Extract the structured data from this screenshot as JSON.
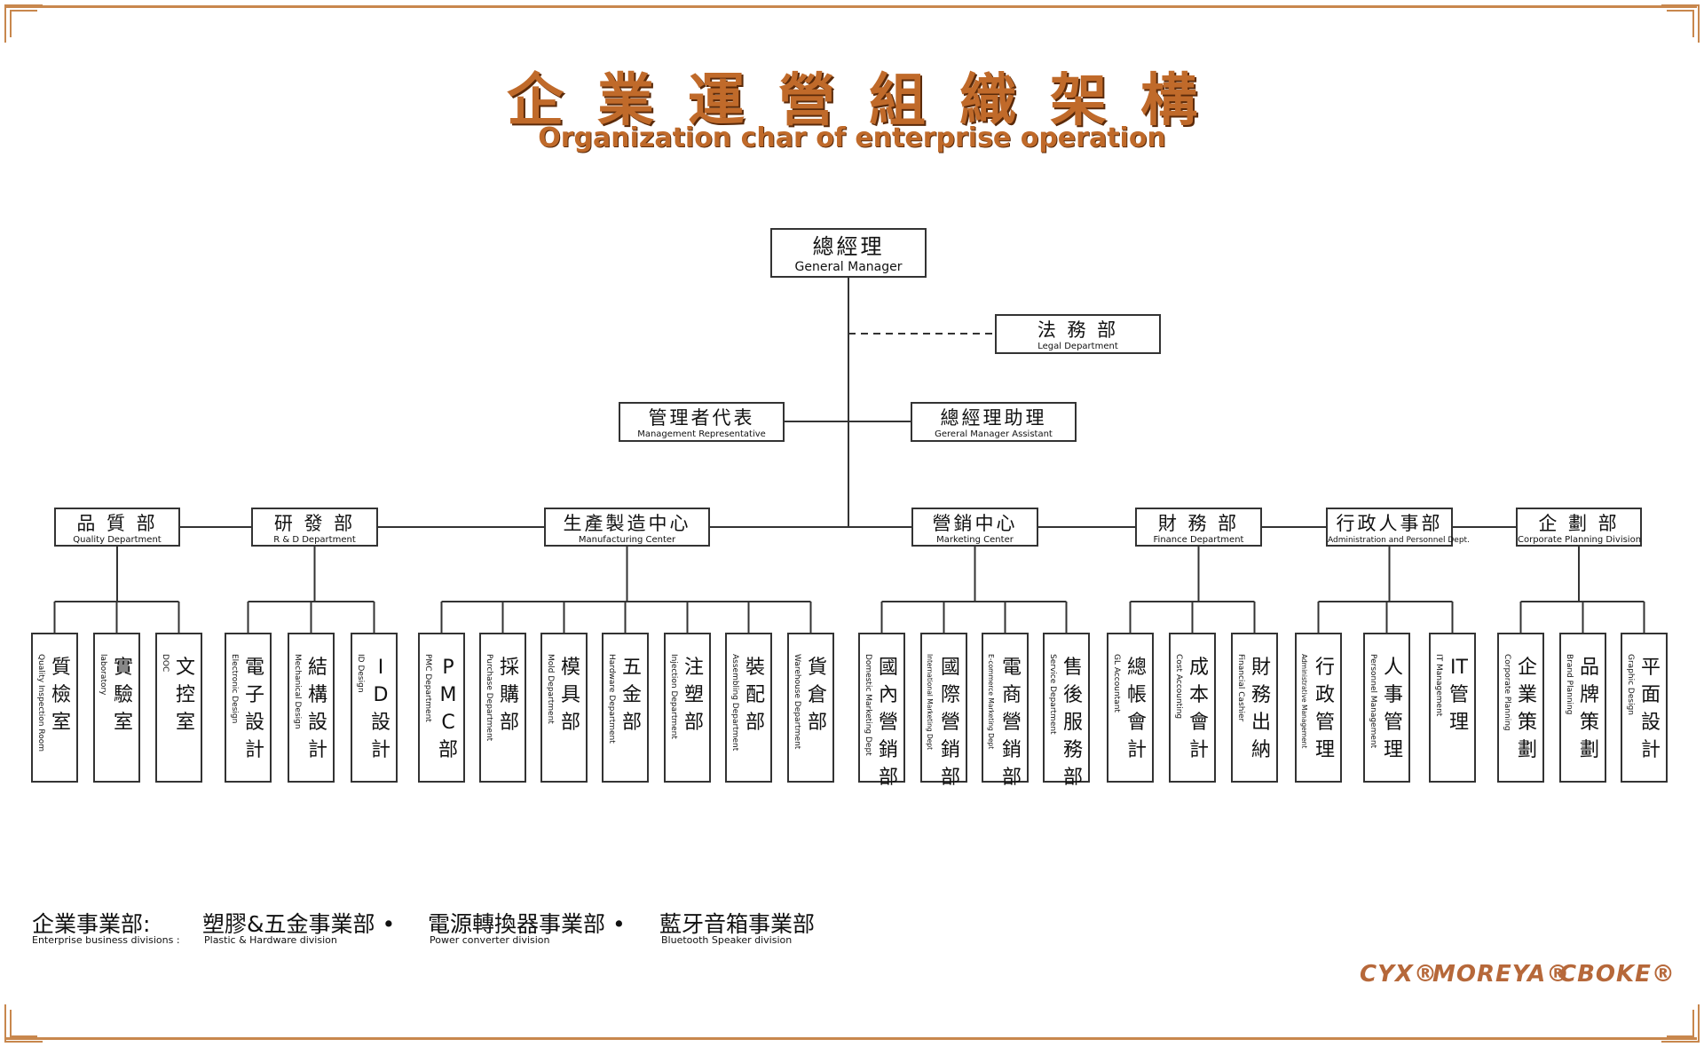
{
  "title": {
    "cn": "企業運營組織架構",
    "en": "Organization char of enterprise operation"
  },
  "colors": {
    "accent": "#c06a2a",
    "line": "#333333",
    "logo": "#b6683a"
  },
  "top": {
    "gm": {
      "cn": "總經理",
      "en": "General Manager"
    },
    "legal": {
      "cn": "法 務 部",
      "en": "Legal Department"
    },
    "rep": {
      "cn": "管理者代表",
      "en": "Management  Representative"
    },
    "assistant": {
      "cn": "總經理助理",
      "en": "Gereral Manager Assistant"
    }
  },
  "departments": [
    {
      "cn": "品 質 部",
      "en": "Quality Department",
      "units": [
        {
          "cn": "質檢室",
          "en": "Quality Inspection Room"
        },
        {
          "cn": "實驗室",
          "en": "laboratory"
        },
        {
          "cn": "文控室",
          "en": "DOC"
        }
      ]
    },
    {
      "cn": "研 發 部",
      "en": "R & D Department",
      "units": [
        {
          "cn": "電子設計",
          "en": "Electronic Design"
        },
        {
          "cn": "結構設計",
          "en": "Mechanical Design"
        },
        {
          "cn": "ID設計",
          "en": "ID Design"
        }
      ]
    },
    {
      "cn": "生產製造中心",
      "en": "Manufacturing Center",
      "units": [
        {
          "cn": "PMC部",
          "en": "PMC Department"
        },
        {
          "cn": "採購部",
          "en": "Purchase Department"
        },
        {
          "cn": "模具部",
          "en": "Mold Department"
        },
        {
          "cn": "五金部",
          "en": "Hardware Department"
        },
        {
          "cn": "注塑部",
          "en": "Injection Department"
        },
        {
          "cn": "裝配部",
          "en": "Assembling Department"
        },
        {
          "cn": "貨倉部",
          "en": "Warehouse Department"
        }
      ]
    },
    {
      "cn": "營銷中心",
      "en": "Marketing Center",
      "units": [
        {
          "cn": "國內營銷部",
          "en": "Domestic Marketing Dept"
        },
        {
          "cn": "國際營銷部",
          "en": "International Marketing Dept"
        },
        {
          "cn": "電商營銷部",
          "en": "E-commerce Marketing Dept"
        },
        {
          "cn": "售後服務部",
          "en": "Service Department"
        }
      ]
    },
    {
      "cn": "財 務 部",
      "en": "Finance Department",
      "units": [
        {
          "cn": "總帳會計",
          "en": "GL Accountant"
        },
        {
          "cn": "成本會計",
          "en": "Cost Accounting"
        },
        {
          "cn": "財務出納",
          "en": "Financial Cashier"
        }
      ]
    },
    {
      "cn": "行政人事部",
      "en": "Administration and Personnel Dept.",
      "units": [
        {
          "cn": "行政管理",
          "en": "Administrative Management"
        },
        {
          "cn": "人事管理",
          "en": "Personnel Management"
        },
        {
          "cn": "IT管理",
          "en": "IT Management"
        }
      ]
    },
    {
      "cn": "企 劃 部",
      "en": "Corporate Planning Division",
      "units": [
        {
          "cn": "企業策劃",
          "en": "Corporate Planning"
        },
        {
          "cn": "品牌策劃",
          "en": "Brand Planning"
        },
        {
          "cn": "平面設計",
          "en": "Graphic Design"
        }
      ]
    }
  ],
  "footer": {
    "label_cn": "企業事業部:",
    "label_en": "Enterprise business divisions :",
    "divisions": [
      {
        "cn": "塑膠&五金事業部 •",
        "en": "Plastic & Hardware division"
      },
      {
        "cn": "電源轉換器事業部 •",
        "en": "Power converter division"
      },
      {
        "cn": "藍牙音箱事業部",
        "en": "Bluetooth Speaker division"
      }
    ]
  },
  "logos": [
    "CYX®",
    "MOREYA®",
    "CBOKE®"
  ]
}
